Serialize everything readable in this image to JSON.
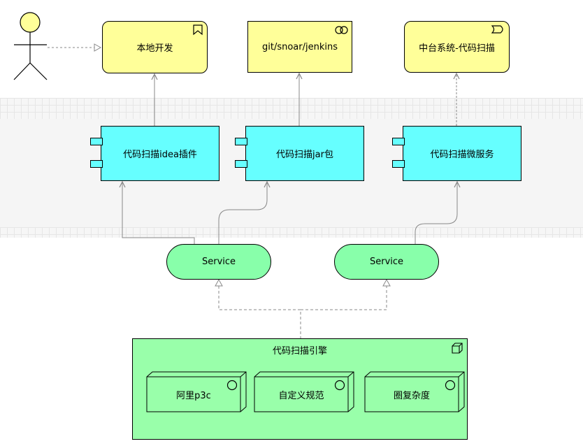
{
  "nodes": {
    "local_dev": "本地开发",
    "git": "git/snoar/jenkins",
    "platform": "中台系统-代码扫描",
    "idea_plugin": "代码扫描idea插件",
    "jar": "代码扫描jar包",
    "microservice": "代码扫描微服务",
    "service_left": "Service",
    "service_right": "Service",
    "engine": "代码扫描引擎",
    "p3c": "阿里p3c",
    "custom_rules": "自定义规范",
    "complexity": "圈复杂度"
  },
  "icons": {
    "actor": "actor-stick-figure",
    "local_dev": "bookmark-icon",
    "git": "interaction-circles-icon",
    "platform": "event-icon",
    "engine": "node-cube-icon",
    "system_software": "system-software-icon"
  },
  "colors": {
    "business": "#ffff99",
    "application": "#66ffff",
    "technology": "#99ffaa"
  }
}
